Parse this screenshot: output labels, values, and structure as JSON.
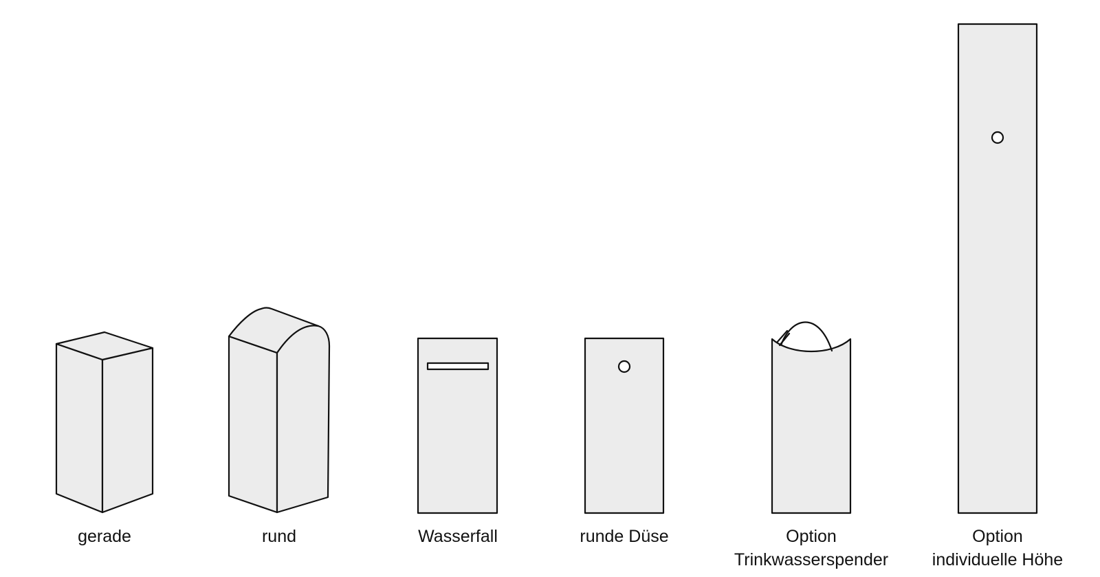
{
  "colors": {
    "fill": "#ececec",
    "stroke": "#111111",
    "text": "#111111",
    "background": "#ffffff"
  },
  "items": [
    {
      "id": "gerade",
      "lines": [
        "gerade"
      ]
    },
    {
      "id": "rund",
      "lines": [
        "rund"
      ]
    },
    {
      "id": "wasserfall",
      "lines": [
        "Wasserfall"
      ]
    },
    {
      "id": "runde-duese",
      "lines": [
        "runde Düse"
      ]
    },
    {
      "id": "trinkwasserspender",
      "lines": [
        "Option",
        "Trinkwasserspender"
      ]
    },
    {
      "id": "individuelle-hoehe",
      "lines": [
        "Option",
        "individuelle Höhe"
      ]
    }
  ]
}
